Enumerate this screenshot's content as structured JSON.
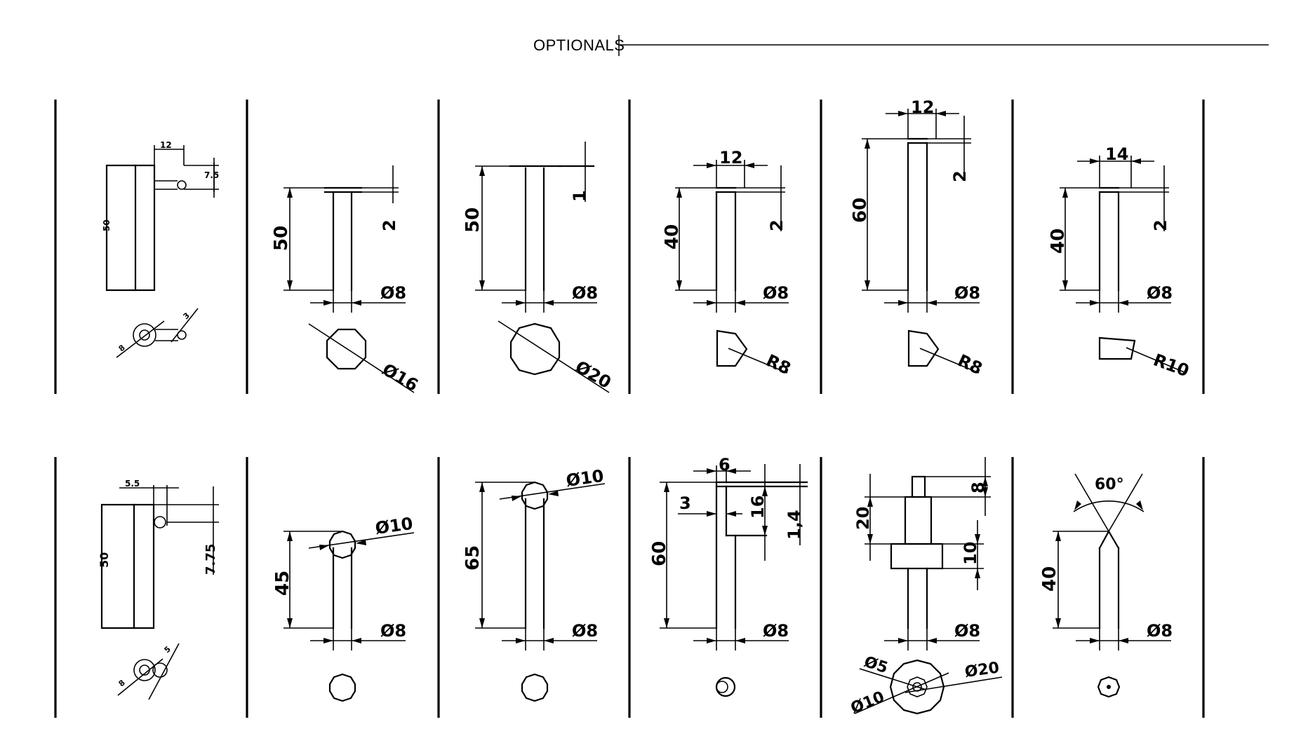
{
  "header": {
    "title": "OPTIONALS"
  },
  "row1": {
    "c1": {
      "h": "50",
      "w": "12",
      "t": "7.5",
      "d1": "8",
      "d2": "3"
    },
    "c2": {
      "h": "50",
      "t": "2",
      "d": "Ø8",
      "pd": "Ø16"
    },
    "c3": {
      "h": "50",
      "t": "1",
      "d": "Ø8",
      "pd": "Ø20"
    },
    "c4": {
      "h": "40",
      "w": "12",
      "t": "2",
      "d": "Ø8",
      "r": "R8"
    },
    "c5": {
      "h": "60",
      "w": "12",
      "t": "2",
      "d": "Ø8",
      "r": "R8"
    },
    "c6": {
      "h": "40",
      "w": "14",
      "t": "2",
      "d": "Ø8",
      "r": "R10"
    }
  },
  "row2": {
    "c1": {
      "h": "50",
      "w": "5.5",
      "t": "7.75",
      "d1": "8",
      "d2": "5"
    },
    "c2": {
      "h": "45",
      "k": "Ø10",
      "d": "Ø8"
    },
    "c3": {
      "h": "65",
      "k": "Ø10",
      "d": "Ø8"
    },
    "c4": {
      "h": "60",
      "w": "6",
      "s": "3",
      "n": "16",
      "t": "1,4",
      "d": "Ø8"
    },
    "c5": {
      "h": "20",
      "a": "8",
      "b": "10",
      "d": "Ø8",
      "e": "Ø5",
      "f": "Ø10",
      "g": "Ø20"
    },
    "c6": {
      "ang": "60°",
      "h": "40",
      "d": "Ø8"
    }
  }
}
